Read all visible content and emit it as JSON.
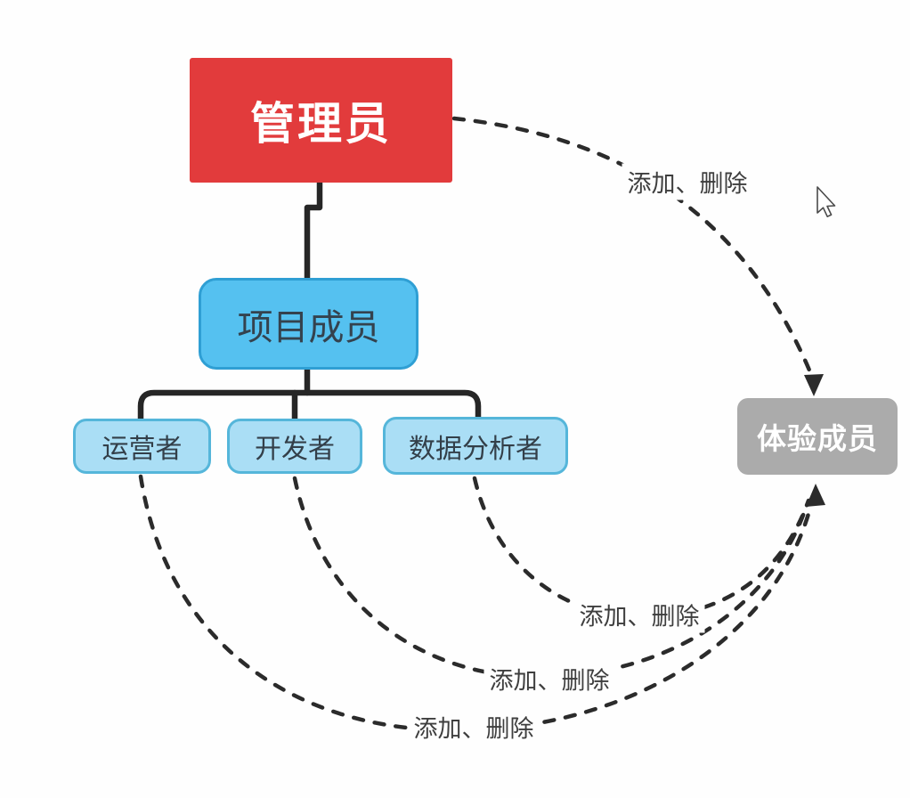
{
  "diagram": {
    "title_hint": "project roles and permissions mind map",
    "nodes": {
      "admin": {
        "label": "管理员",
        "fill": "#e23b3c",
        "text_color": "#ffffff"
      },
      "project": {
        "label": "项目成员",
        "fill": "#55c1f0",
        "border": "#2f9fd4",
        "text_color": "#34424e"
      },
      "operator": {
        "label": "运营者",
        "fill": "#aadef5",
        "border": "#55b6da",
        "text_color": "#333f49"
      },
      "developer": {
        "label": "开发者",
        "fill": "#aadef5",
        "border": "#55b6da",
        "text_color": "#333f49"
      },
      "analyst": {
        "label": "数据分析者",
        "fill": "#aadef5",
        "border": "#55b6da",
        "text_color": "#333f49"
      },
      "experience": {
        "label": "体验成员",
        "fill": "#ababab",
        "text_color": "#ffffff"
      }
    },
    "tree_edges": [
      {
        "from": "admin",
        "to": "project"
      },
      {
        "from": "project",
        "to": "operator"
      },
      {
        "from": "project",
        "to": "developer"
      },
      {
        "from": "project",
        "to": "analyst"
      }
    ],
    "edges": [
      {
        "from": "admin",
        "to": "experience",
        "label": "添加、删除",
        "style": "dashed-arrow"
      },
      {
        "from": "analyst",
        "to": "experience",
        "label": "添加、删除",
        "style": "dashed-arrow"
      },
      {
        "from": "developer",
        "to": "experience",
        "label": "添加、删除",
        "style": "dashed-arrow"
      },
      {
        "from": "operator",
        "to": "experience",
        "label": "添加、删除",
        "style": "dashed-arrow"
      }
    ],
    "colors": {
      "line": "#2b2b2b",
      "tree_line": "#262626",
      "background": "#fefefe",
      "label_text": "#3e3e3e"
    }
  }
}
